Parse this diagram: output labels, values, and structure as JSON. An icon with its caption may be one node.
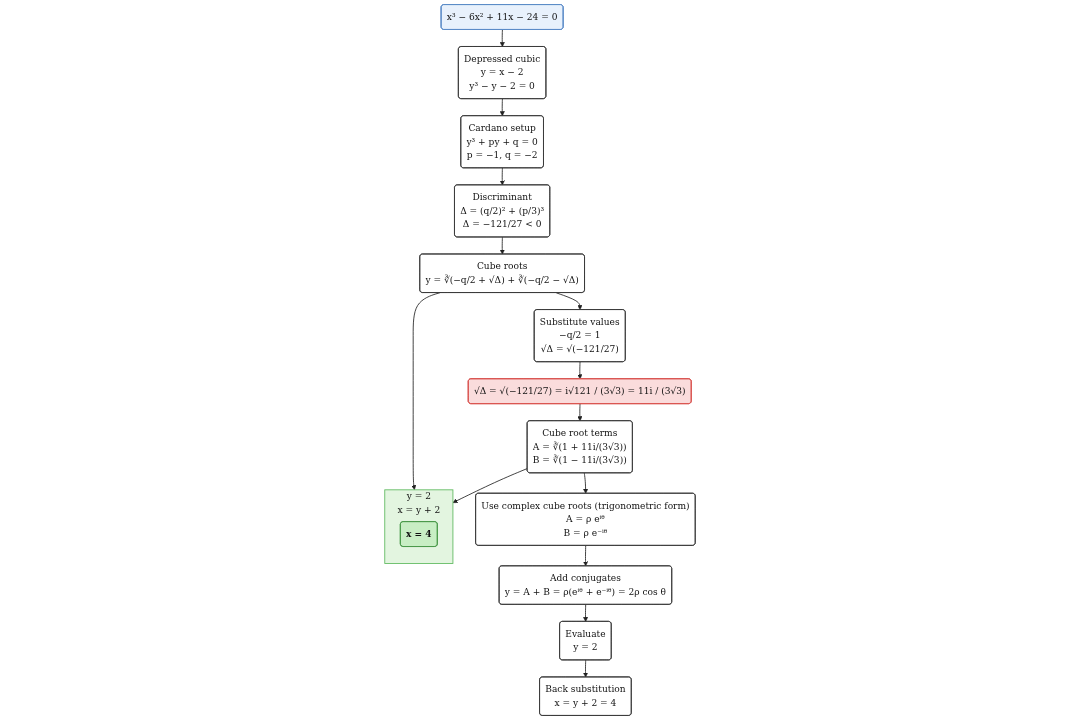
{
  "diagram": {
    "nodes": [
      {
        "text": [
          "x³ − 6x² + 11x − 24 = 0"
        ]
      },
      {
        "text": [
          "Depressed cubic",
          "y = x − 2",
          "y³ − y − 2 = 0"
        ]
      },
      {
        "text": [
          "Cardano setup",
          "y³ + py + q = 0",
          "p = −1,  q = −2"
        ]
      },
      {
        "text": [
          "Discriminant",
          "Δ = (q/2)² + (p/3)³",
          "Δ = −121/27 < 0"
        ]
      },
      {
        "text": [
          "Cube roots",
          "y = ∛(−q/2 + √Δ) + ∛(−q/2 − √Δ)"
        ]
      },
      {
        "text": [
          "y = 2",
          "x = y + 2"
        ]
      },
      {
        "text": [
          "x = 4"
        ],
        "in": 5
      },
      {
        "text": [
          "Substitute values",
          "−q/2 = 1",
          "√Δ = √(−121/27)"
        ]
      },
      {
        "text": [
          "√Δ = √(−121/27) = i√121 / (3√3) = 11i / (3√3)"
        ]
      },
      {
        "text": [
          "Cube root terms",
          "A = ∛(1 + 11i/(3√3))",
          "B = ∛(1 − 11i/(3√3))"
        ]
      },
      {
        "text": [
          "Use complex cube roots (trigonometric form)",
          "A = ρ eⁱᶿ",
          "B = ρ e⁻ⁱᶿ"
        ]
      },
      {
        "text": [
          "Add conjugates",
          "y = A + B = ρ(eⁱᶿ + e⁻ⁱᶿ) = 2ρ cos θ"
        ]
      },
      {
        "text": [
          "Evaluate",
          "y = 2"
        ]
      },
      {
        "text": [
          "Back substitution",
          "x = y + 2 = 4"
        ]
      }
    ],
    "edges": [
      {
        "from": 0,
        "to": 1,
        "arrow": "to"
      },
      {
        "from": 1,
        "to": 2,
        "arrow": "to"
      },
      {
        "from": 2,
        "to": 3,
        "arrow": "to"
      },
      {
        "from": 3,
        "to": 4,
        "arrow": "to"
      },
      {
        "from": 4,
        "to": 5,
        "arrow": "to"
      },
      {
        "from": 4,
        "to": 7,
        "arrow": "to"
      },
      {
        "from": 7,
        "to": 8,
        "arrow": "to"
      },
      {
        "from": 8,
        "to": 9,
        "arrow": "to"
      },
      {
        "from": 9,
        "to": 5,
        "arrow": "to"
      },
      {
        "from": 9,
        "to": 10,
        "arrow": "to"
      },
      {
        "from": 10,
        "to": 11,
        "arrow": "to"
      },
      {
        "from": 11,
        "to": 12,
        "arrow": "to"
      },
      {
        "from": 12,
        "to": 13,
        "arrow": "to"
      }
    ]
  }
}
